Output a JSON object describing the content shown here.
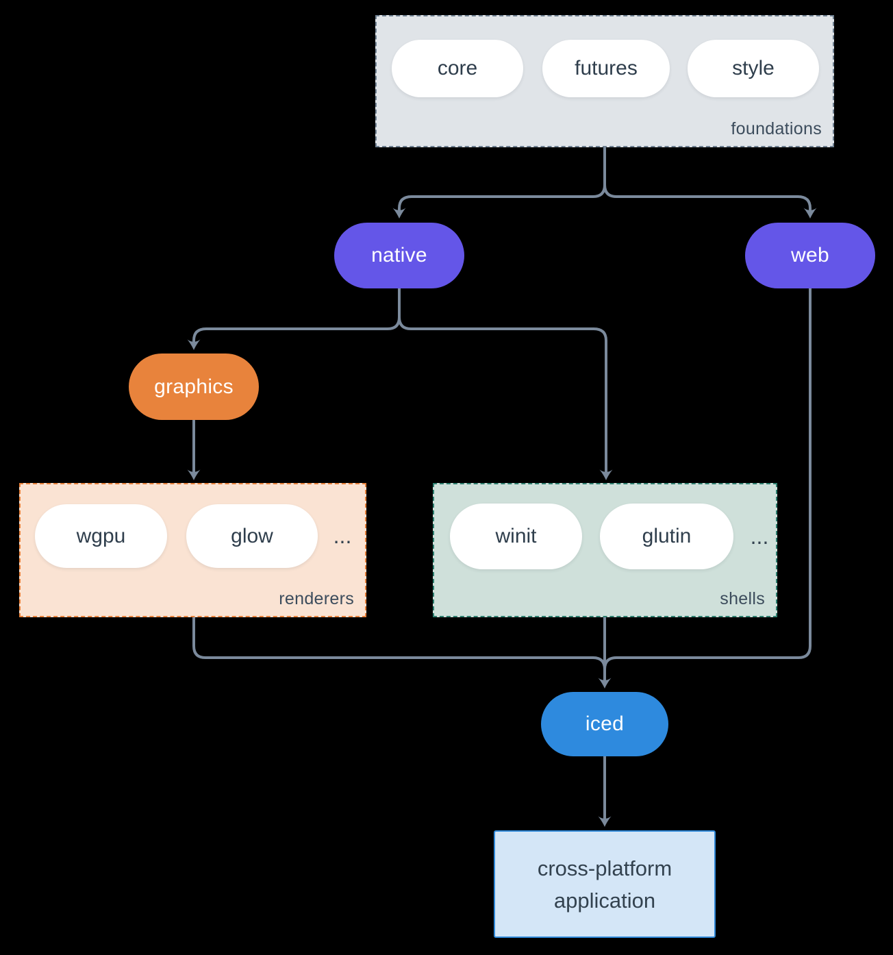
{
  "app": {
    "background_color": "#000000",
    "line_color": "#7b8a9c",
    "text_dark_color": "#2f3e4c"
  },
  "groups": {
    "foundations": {
      "label": "foundations",
      "items": [
        "core",
        "futures",
        "style"
      ],
      "fill": "#e0e4e8",
      "border": "#6e7f90"
    },
    "renderers": {
      "label": "renderers",
      "items": [
        "wgpu",
        "glow"
      ],
      "ellipsis": "...",
      "fill": "#fae3d3",
      "border": "#e8823c"
    },
    "shells": {
      "label": "shells",
      "items": [
        "winit",
        "glutin"
      ],
      "ellipsis": "...",
      "fill": "#cfe0da",
      "border": "#2f8070"
    }
  },
  "nodes": {
    "native": {
      "label": "native",
      "fill": "#6456e8"
    },
    "web": {
      "label": "web",
      "fill": "#6456e8"
    },
    "graphics": {
      "label": "graphics",
      "fill": "#e8833c"
    },
    "iced": {
      "label": "iced",
      "fill": "#2e8ade"
    },
    "application": {
      "label": "cross-platform application",
      "line1": "cross-platform",
      "line2": "application",
      "fill": "#d4e6f7",
      "border": "#2f88d8"
    }
  },
  "edges": [
    {
      "from": "foundations",
      "to": "native"
    },
    {
      "from": "foundations",
      "to": "web"
    },
    {
      "from": "native",
      "to": "graphics"
    },
    {
      "from": "native",
      "to": "shells"
    },
    {
      "from": "graphics",
      "to": "renderers"
    },
    {
      "from": "renderers",
      "to": "iced"
    },
    {
      "from": "shells",
      "to": "iced"
    },
    {
      "from": "web",
      "to": "iced"
    },
    {
      "from": "iced",
      "to": "application"
    }
  ]
}
